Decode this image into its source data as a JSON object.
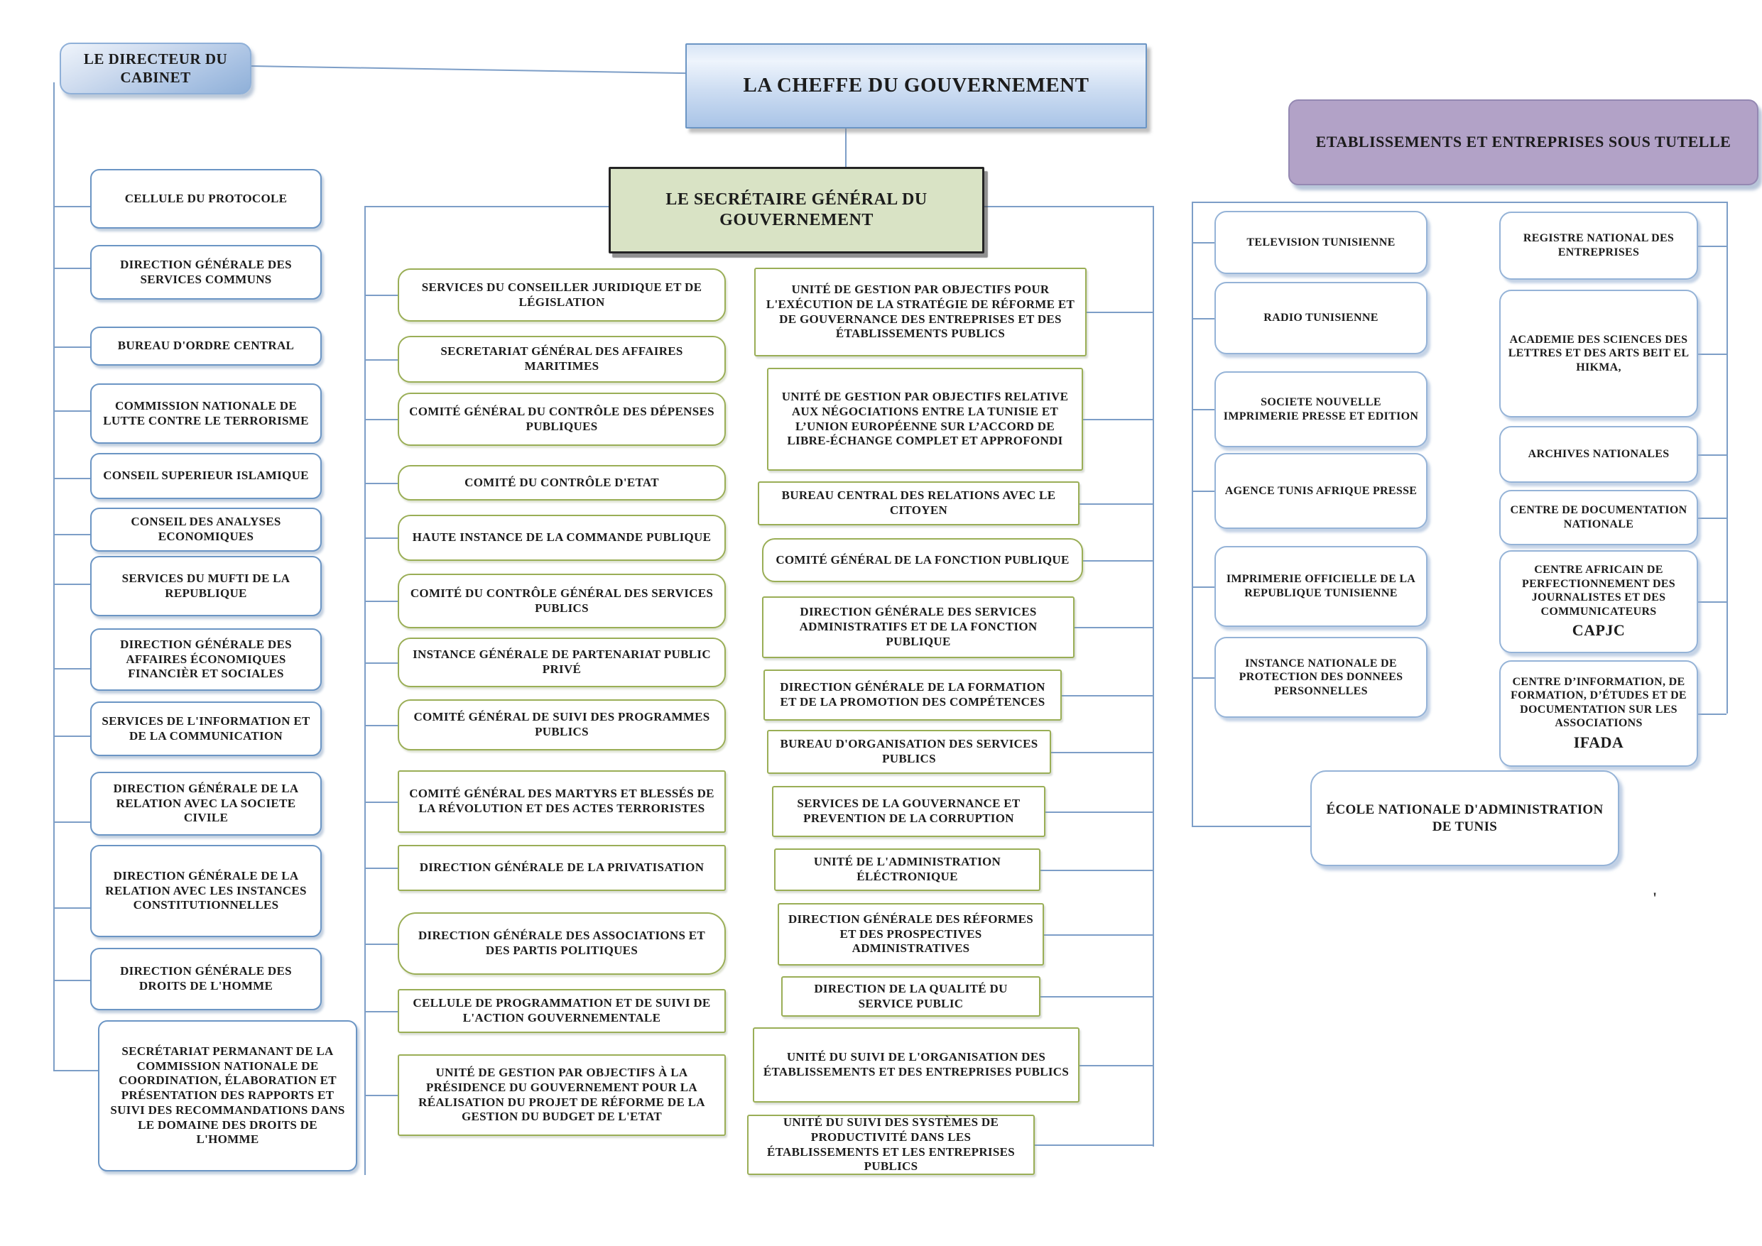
{
  "nodes": {
    "directeur": "LE DIRECTEUR DU CABINET",
    "cheffe": "LA CHEFFE DU GOUVERNEMENT",
    "secretaire": "LE SECRÉTAIRE GÉNÉRAL DU GOUVERNEMENT",
    "etablissements": "ETABLISSEMENTS ET ENTREPRISES SOUS TUTELLE",
    "ecole": "ÉCOLE NATIONALE D'ADMINISTRATION DE TUNIS",
    "stray_mark": "'"
  },
  "cabinet": [
    "CELLULE DU PROTOCOLE",
    "DIRECTION GÉNÉRALE DES SERVICES COMMUNS",
    "BUREAU D'ORDRE CENTRAL",
    "COMMISSION NATIONALE DE LUTTE CONTRE LE TERRORISME",
    "CONSEIL SUPERIEUR ISLAMIQUE",
    "CONSEIL DES ANALYSES ECONOMIQUES",
    "SERVICES DU MUFTI DE LA REPUBLIQUE",
    "DIRECTION GÉNÉRALE DES AFFAIRES ÉCONOMIQUES FINANCIÈR ET SOCIALES",
    "SERVICES DE L'INFORMATION ET DE LA COMMUNICATION",
    "DIRECTION GÉNÉRALE DE LA RELATION AVEC LA SOCIETE CIVILE",
    "DIRECTION GÉNÉRALE DE LA RELATION AVEC LES INSTANCES CONSTITUTIONNELLES",
    "DIRECTION GÉNÉRALE DES DROITS DE L'HOMME",
    "SECRÉTARIAT PERMANANT DE LA COMMISSION NATIONALE DE COORDINATION, ÉLABORATION ET PRÉSENTATION DES RAPPORTS ET SUIVI DES RECOMMANDATIONS DANS LE DOMAINE DES DROITS DE L'HOMME"
  ],
  "sg_left": [
    "SERVICES DU CONSEILLER JURIDIQUE ET DE LÉGISLATION",
    "SECRETARIAT GÉNÉRAL DES AFFAIRES MARITIMES",
    "COMITÉ GÉNÉRAL DU CONTRÔLE DES DÉPENSES PUBLIQUES",
    "COMITÉ DU CONTRÔLE D'ETAT",
    "HAUTE INSTANCE DE LA COMMANDE PUBLIQUE",
    "COMITÉ DU CONTRÔLE GÉNÉRAL DES SERVICES PUBLICS",
    "INSTANCE GÉNÉRALE DE PARTENARIAT PUBLIC PRIVÉ",
    "COMITÉ GÉNÉRAL DE SUIVI DES PROGRAMMES PUBLICS",
    "COMITÉ GÉNÉRAL DES MARTYRS ET BLESSÉS DE LA RÉVOLUTION ET DES ACTES TERRORISTES",
    "DIRECTION GÉNÉRALE DE LA PRIVATISATION",
    "DIRECTION GÉNÉRALE DES ASSOCIATIONS ET DES PARTIS POLITIQUES",
    "CELLULE DE PROGRAMMATION ET DE SUIVI DE L'ACTION GOUVERNEMENTALE",
    "UNITÉ DE GESTION PAR OBJECTIFS À LA PRÉSIDENCE DU GOUVERNEMENT POUR LA RÉALISATION DU PROJET DE RÉFORME DE LA GESTION DU BUDGET DE L'ETAT"
  ],
  "sg_right": [
    "UNITÉ DE GESTION PAR OBJECTIFS POUR L'EXÉCUTION DE LA STRATÉGIE DE RÉFORME ET DE GOUVERNANCE DES ENTREPRISES ET DES ÉTABLISSEMENTS PUBLICS",
    "UNITÉ DE GESTION PAR OBJECTIFS RELATIVE AUX NÉGOCIATIONS ENTRE LA TUNISIE ET L’UNION EUROPÉENNE SUR L’ACCORD DE LIBRE-ÉCHANGE COMPLET ET APPROFONDI",
    "BUREAU CENTRAL DES RELATIONS AVEC LE CITOYEN",
    "COMITÉ GÉNÉRAL DE LA FONCTION PUBLIQUE",
    "DIRECTION GÉNÉRALE DES SERVICES ADMINISTRATIFS   ET DE LA FONCTION PUBLIQUE",
    "DIRECTION GÉNÉRALE DE LA FORMATION ET DE LA PROMOTION DES COMPÉTENCES",
    "BUREAU D'ORGANISATION DES SERVICES PUBLICS",
    "SERVICES DE LA GOUVERNANCE ET PREVENTION DE LA CORRUPTION",
    "UNITÉ DE L'ADMINISTRATION ÉLÉCTRONIQUE",
    "DIRECTION GÉNÉRALE DES RÉFORMES ET DES PROSPECTIVES ADMINISTRATIVES",
    "DIRECTION DE LA QUALITÉ DU SERVICE PUBLIC",
    "UNITÉ DU SUIVI DE L'ORGANISATION DES ÉTABLISSEMENTS ET DES ENTREPRISES PUBLICS",
    "UNITÉ DU SUIVI DES SYSTÈMES DE PRODUCTIVITÉ DANS LES ÉTABLISSEMENTS ET LES ENTREPRISES PUBLICS"
  ],
  "tutelle_left": [
    "TELEVISION TUNISIENNE",
    "RADIO TUNISIENNE",
    "SOCIETE NOUVELLE IMPRIMERIE PRESSE ET EDITION",
    "AGENCE TUNIS AFRIQUE PRESSE",
    "IMPRIMERIE OFFICIELLE DE LA REPUBLIQUE TUNISIENNE",
    "INSTANCE NATIONALE DE PROTECTION DES DONNEES PERSONNELLES"
  ],
  "tutelle_right": [
    {
      "label": "REGISTRE NATIONAL DES ENTREPRISES"
    },
    {
      "label": "ACADEMIE DES SCIENCES DES LETTRES ET DES ARTS BEIT EL HIKMA,"
    },
    {
      "label": "ARCHIVES NATIONALES"
    },
    {
      "label": "CENTRE DE DOCUMENTATION NATIONALE"
    },
    {
      "label": "CENTRE AFRICAIN DE PERFECTIONNEMENT DES JOURNALISTES ET DES COMMUNICATEURS",
      "acronym": "CAPJC"
    },
    {
      "label": "CENTRE D’INFORMATION, DE FORMATION, D’ÉTUDES ET DE DOCUMENTATION SUR LES ASSOCIATIONS",
      "acronym": "IFADA"
    }
  ],
  "colors": {
    "connector": "#7d9ec7",
    "blue_border": "#6b95c4",
    "green_border": "#9aae56",
    "light_blue_border": "#95b3d7",
    "purple_fill": "#b2a2c7",
    "green_fill": "#d9e3c5"
  }
}
